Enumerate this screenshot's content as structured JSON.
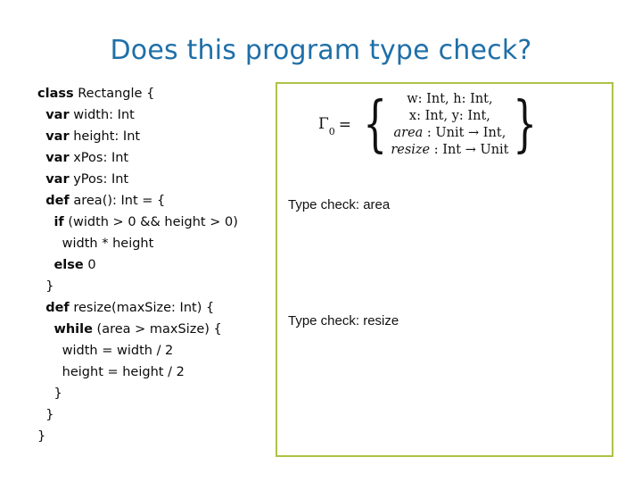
{
  "slide": {
    "title": "Does this program type check?",
    "title_color": "#1F6FA8",
    "background_color": "#FFFFFF"
  },
  "code": {
    "language": "scala",
    "lines": [
      {
        "indent": 0,
        "keyword": "class",
        "rest": " Rectangle {"
      },
      {
        "indent": 1,
        "keyword": "var",
        "rest": " width: Int"
      },
      {
        "indent": 1,
        "keyword": "var",
        "rest": " height: Int"
      },
      {
        "indent": 1,
        "keyword": "var",
        "rest": " xPos: Int"
      },
      {
        "indent": 1,
        "keyword": "var",
        "rest": " yPos: Int"
      },
      {
        "indent": 1,
        "keyword": "def",
        "rest": " area(): Int = {"
      },
      {
        "indent": 2,
        "keyword": "if",
        "rest": " (width > 0 && height > 0)"
      },
      {
        "indent": 3,
        "keyword": "",
        "rest": "width * height"
      },
      {
        "indent": 2,
        "keyword": "else",
        "rest": " 0"
      },
      {
        "indent": 1,
        "keyword": "",
        "rest": "}"
      },
      {
        "indent": 1,
        "keyword": "def",
        "rest": " resize(maxSize: Int) {"
      },
      {
        "indent": 2,
        "keyword": "while",
        "rest": " (area > maxSize) {"
      },
      {
        "indent": 3,
        "keyword": "",
        "rest": "width = width / 2"
      },
      {
        "indent": 3,
        "keyword": "",
        "rest": "height = height / 2"
      },
      {
        "indent": 2,
        "keyword": "",
        "rest": "}"
      },
      {
        "indent": 1,
        "keyword": "",
        "rest": "}"
      },
      {
        "indent": 0,
        "keyword": "",
        "rest": "}"
      }
    ]
  },
  "panel": {
    "border_color": "#AEC246",
    "environment": {
      "name": "Γ",
      "subscript": "0",
      "equals": "=",
      "open_brace": "{",
      "close_brace": "}",
      "rows": [
        {
          "plain": "w: Int, h: Int,"
        },
        {
          "plain": "x: Int, y: Int,"
        },
        {
          "italic": "area",
          "plain": " : Unit → Int,"
        },
        {
          "italic": "resize",
          "plain": " : Int → Unit"
        }
      ]
    },
    "typecheck_labels": [
      {
        "id": "area",
        "text": "Type check: area"
      },
      {
        "id": "resize",
        "text": "Type check: resize"
      }
    ]
  }
}
